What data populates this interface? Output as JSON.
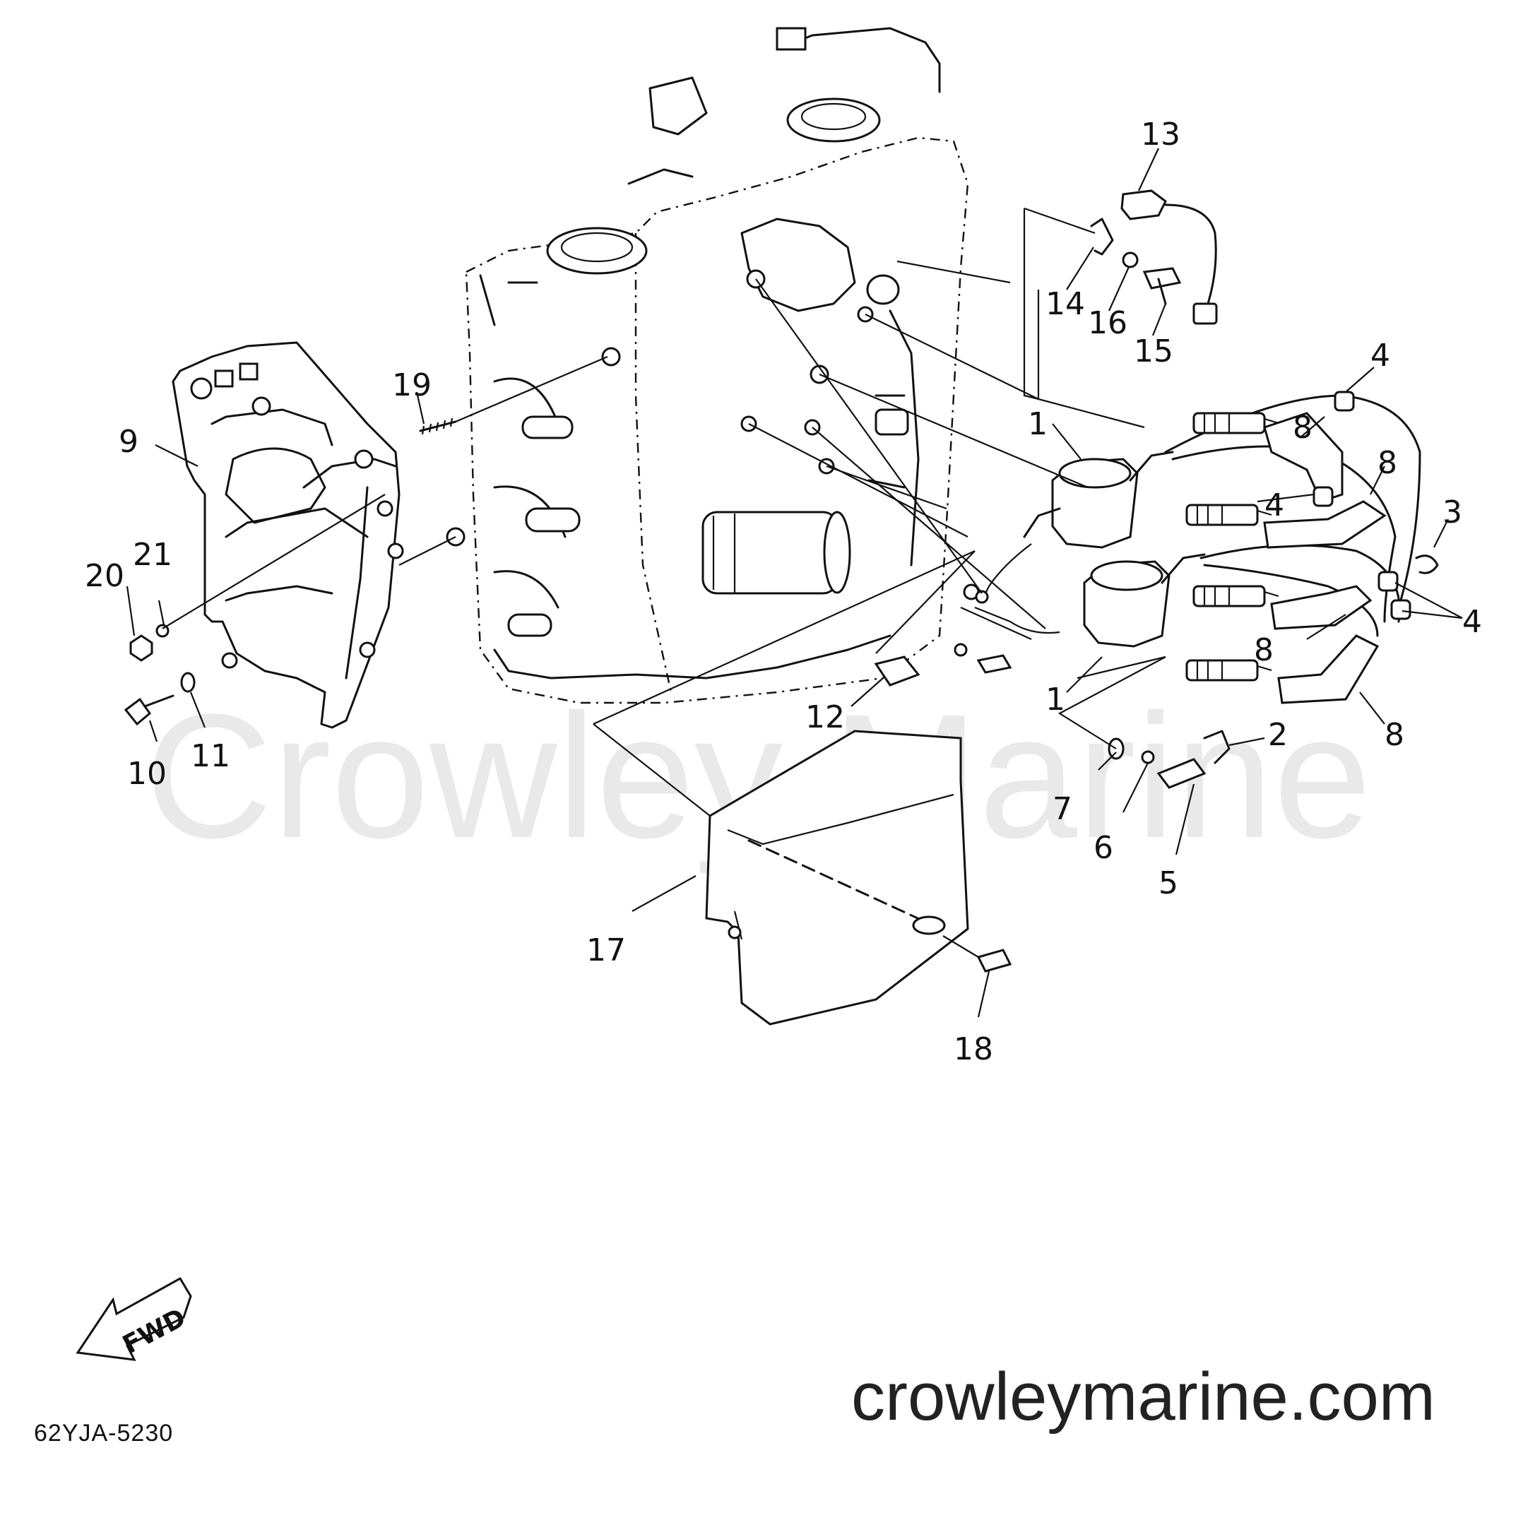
{
  "watermark": "Crowley Marine",
  "website": "crowleymarine.com",
  "diagram_code": "62YJA-5230",
  "fwd_label": "FWD",
  "callouts": {
    "c1a": "1",
    "c1b": "1",
    "c2": "2",
    "c3": "3",
    "c4a": "4",
    "c4b": "4",
    "c4c": "4",
    "c5": "5",
    "c6": "6",
    "c7": "7",
    "c8a": "8",
    "c8b": "8",
    "c8c": "8",
    "c8d": "8",
    "c9": "9",
    "c10": "10",
    "c11": "11",
    "c12": "12",
    "c13": "13",
    "c14": "14",
    "c15": "15",
    "c16": "16",
    "c17": "17",
    "c18": "18",
    "c19": "19",
    "c20": "20",
    "c21": "21"
  }
}
